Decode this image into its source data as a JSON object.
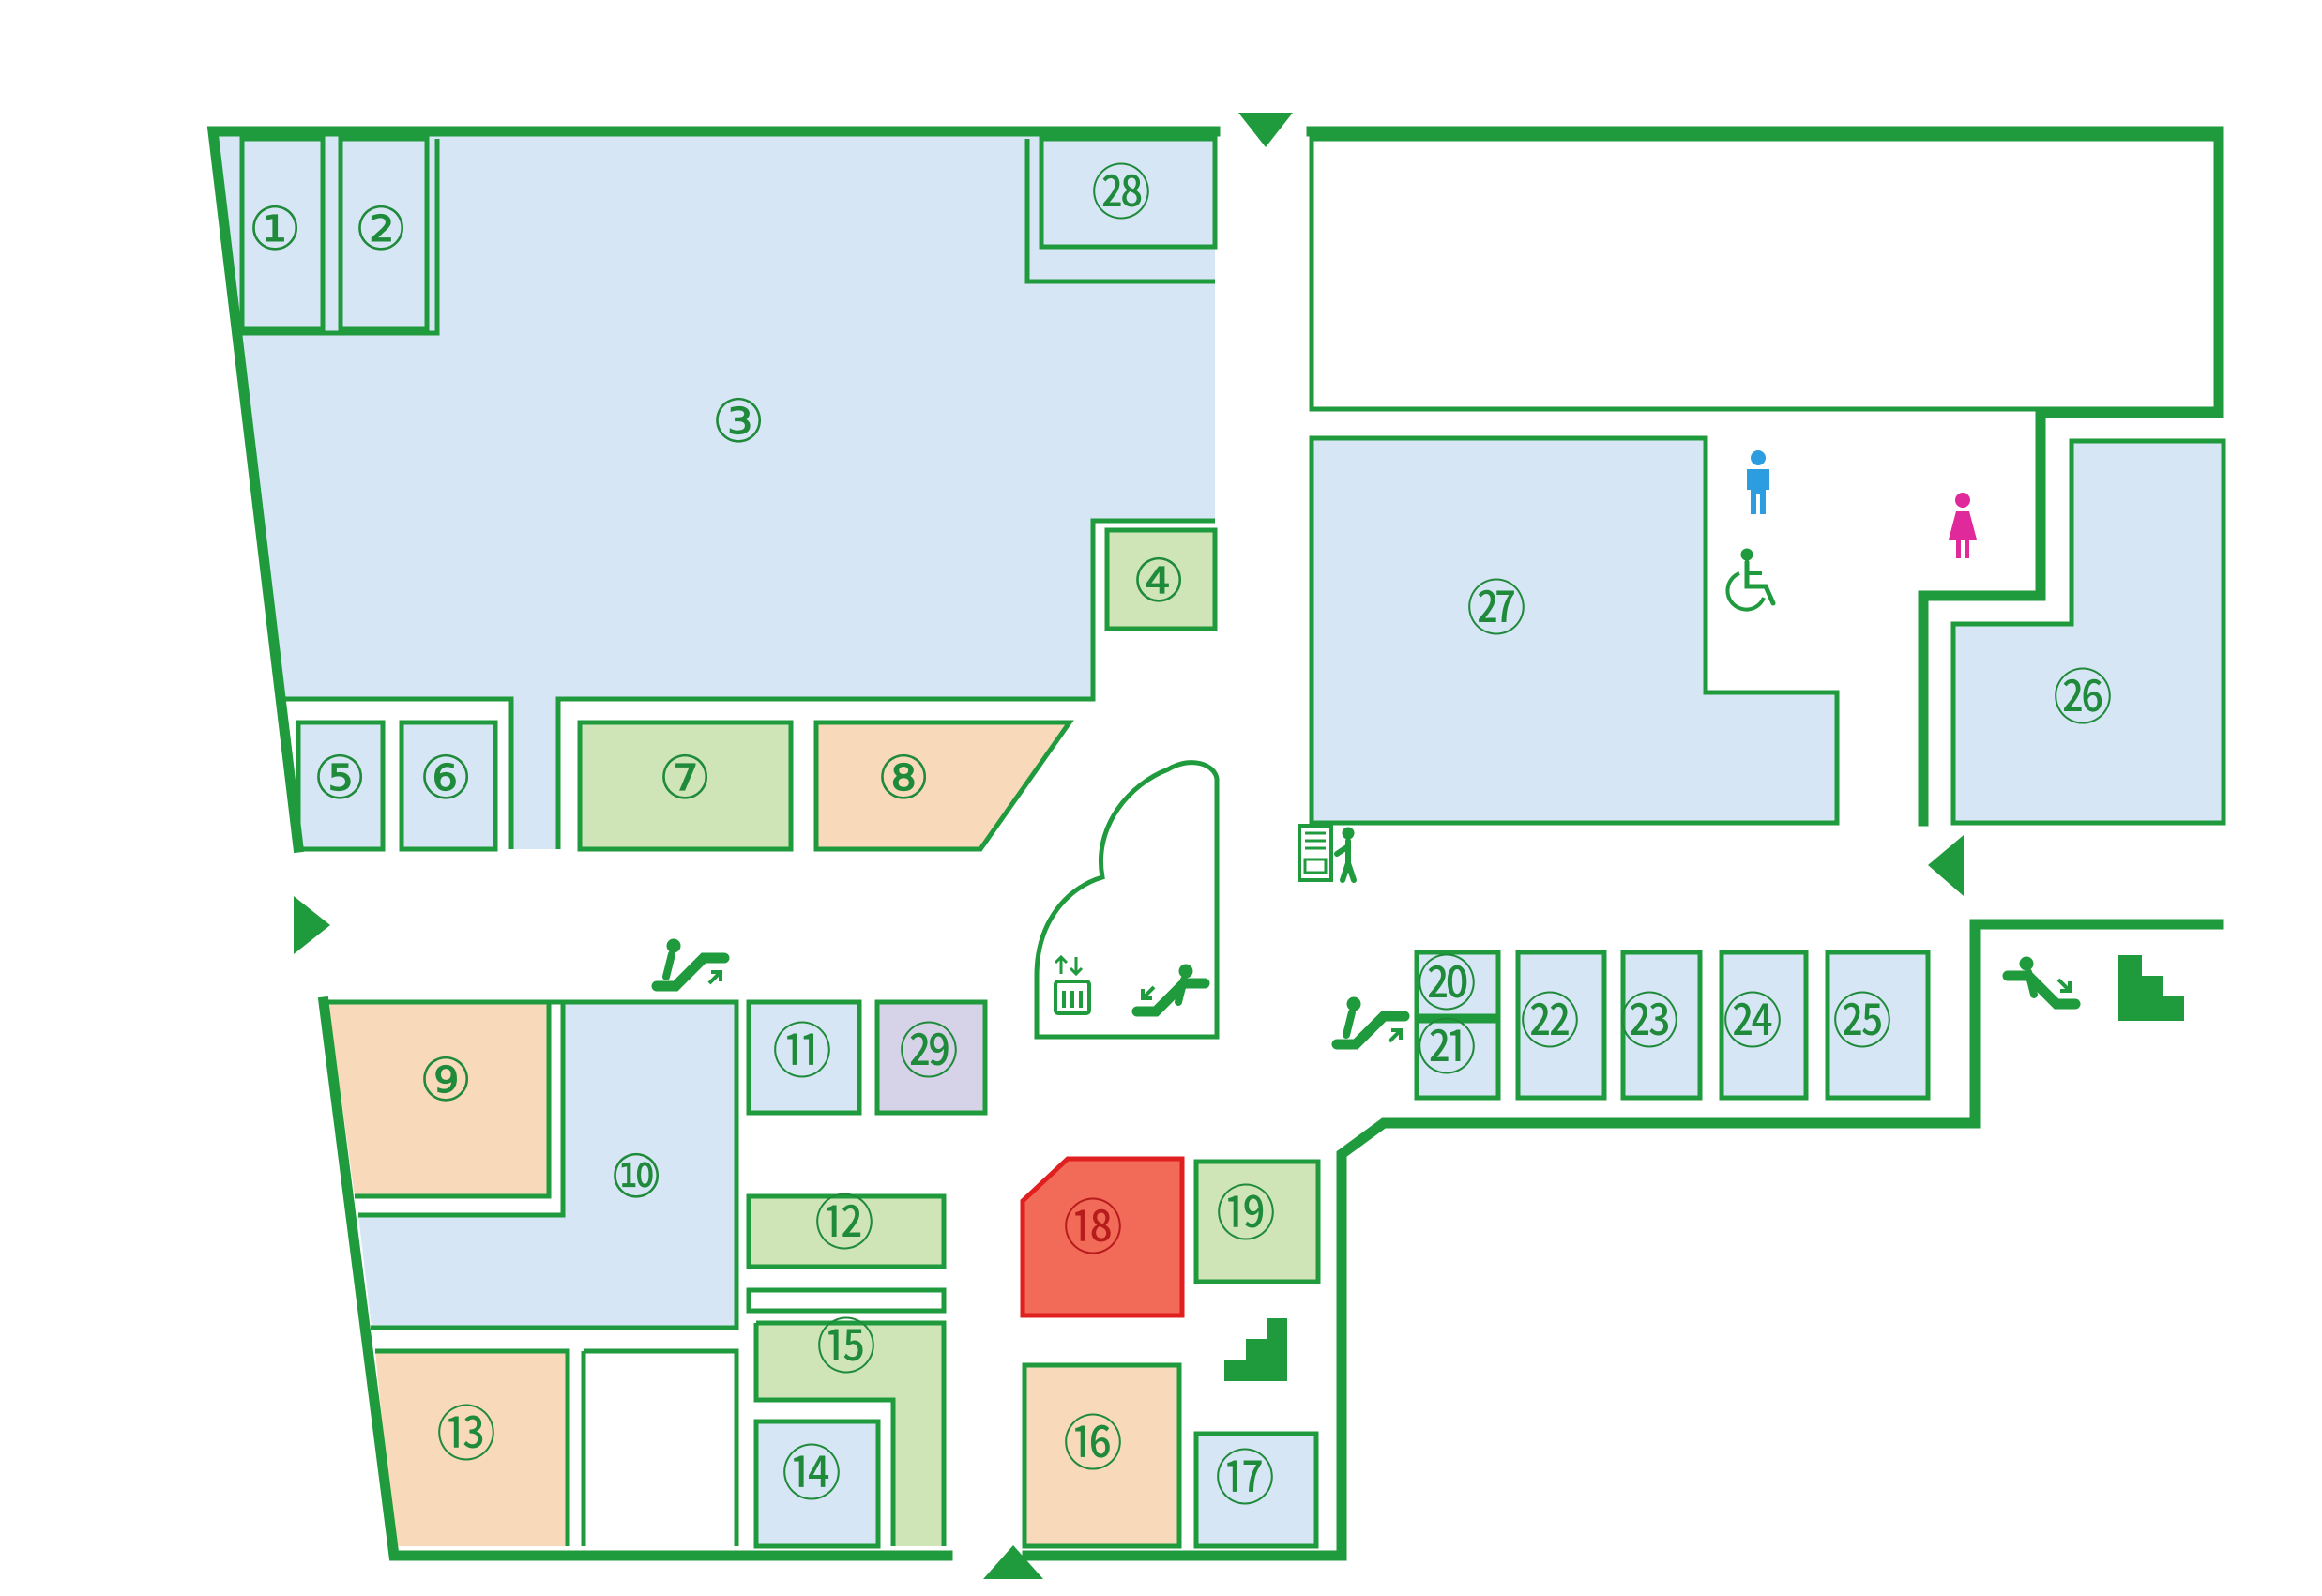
{
  "colors": {
    "wall": "#1f9a3c",
    "blue": "#d7e6f5",
    "green": "#cfe5b8",
    "orange": "#f8d9b9",
    "purple": "#d6d3e8",
    "highlight": "#f26a58",
    "highlight_border": "#e01f1f",
    "icon_green": "#1f9a3c",
    "male_icon": "#2c9de0",
    "female_icon": "#e0299b",
    "label": "#1f8a3a"
  },
  "shops": [
    {
      "id": "shop-1",
      "label": "①",
      "category": "blue"
    },
    {
      "id": "shop-2",
      "label": "②",
      "category": "blue"
    },
    {
      "id": "shop-3",
      "label": "③",
      "category": "blue"
    },
    {
      "id": "shop-4",
      "label": "④",
      "category": "green"
    },
    {
      "id": "shop-5",
      "label": "⑤",
      "category": "blue"
    },
    {
      "id": "shop-6",
      "label": "⑥",
      "category": "blue"
    },
    {
      "id": "shop-7",
      "label": "⑦",
      "category": "green"
    },
    {
      "id": "shop-8",
      "label": "⑧",
      "category": "orange"
    },
    {
      "id": "shop-9",
      "label": "⑨",
      "category": "orange"
    },
    {
      "id": "shop-10",
      "label": "⑩",
      "category": "blue"
    },
    {
      "id": "shop-11",
      "label": "⑪",
      "category": "blue"
    },
    {
      "id": "shop-12",
      "label": "⑫",
      "category": "green"
    },
    {
      "id": "shop-13",
      "label": "⑬",
      "category": "orange"
    },
    {
      "id": "shop-14",
      "label": "⑭",
      "category": "blue"
    },
    {
      "id": "shop-15",
      "label": "⑮",
      "category": "green"
    },
    {
      "id": "shop-16",
      "label": "⑯",
      "category": "orange"
    },
    {
      "id": "shop-17",
      "label": "⑰",
      "category": "blue"
    },
    {
      "id": "shop-18",
      "label": "⑱",
      "category": "highlight",
      "selected": true
    },
    {
      "id": "shop-19",
      "label": "⑲",
      "category": "green"
    },
    {
      "id": "shop-20",
      "label": "⑳",
      "category": "blue"
    },
    {
      "id": "shop-21",
      "label": "㉑",
      "category": "blue"
    },
    {
      "id": "shop-22",
      "label": "㉒",
      "category": "blue"
    },
    {
      "id": "shop-23",
      "label": "㉓",
      "category": "blue"
    },
    {
      "id": "shop-24",
      "label": "㉔",
      "category": "blue"
    },
    {
      "id": "shop-25",
      "label": "㉕",
      "category": "blue"
    },
    {
      "id": "shop-26",
      "label": "㉖",
      "category": "blue"
    },
    {
      "id": "shop-27",
      "label": "㉗",
      "category": "blue"
    },
    {
      "id": "shop-28",
      "label": "㉘",
      "category": "blue"
    },
    {
      "id": "shop-29",
      "label": "㉙",
      "category": "purple"
    }
  ],
  "icons": {
    "escalator_up": "escalator-up-icon",
    "escalator_down": "escalator-down-icon",
    "elevator": "elevator-icon",
    "stairs": "stairs-icon",
    "toilet_male": "male-restroom-icon",
    "toilet_female": "female-restroom-icon",
    "wheelchair": "wheelchair-icon",
    "vending": "vending-machine-icon",
    "entrance": "entrance-arrow-icon"
  }
}
